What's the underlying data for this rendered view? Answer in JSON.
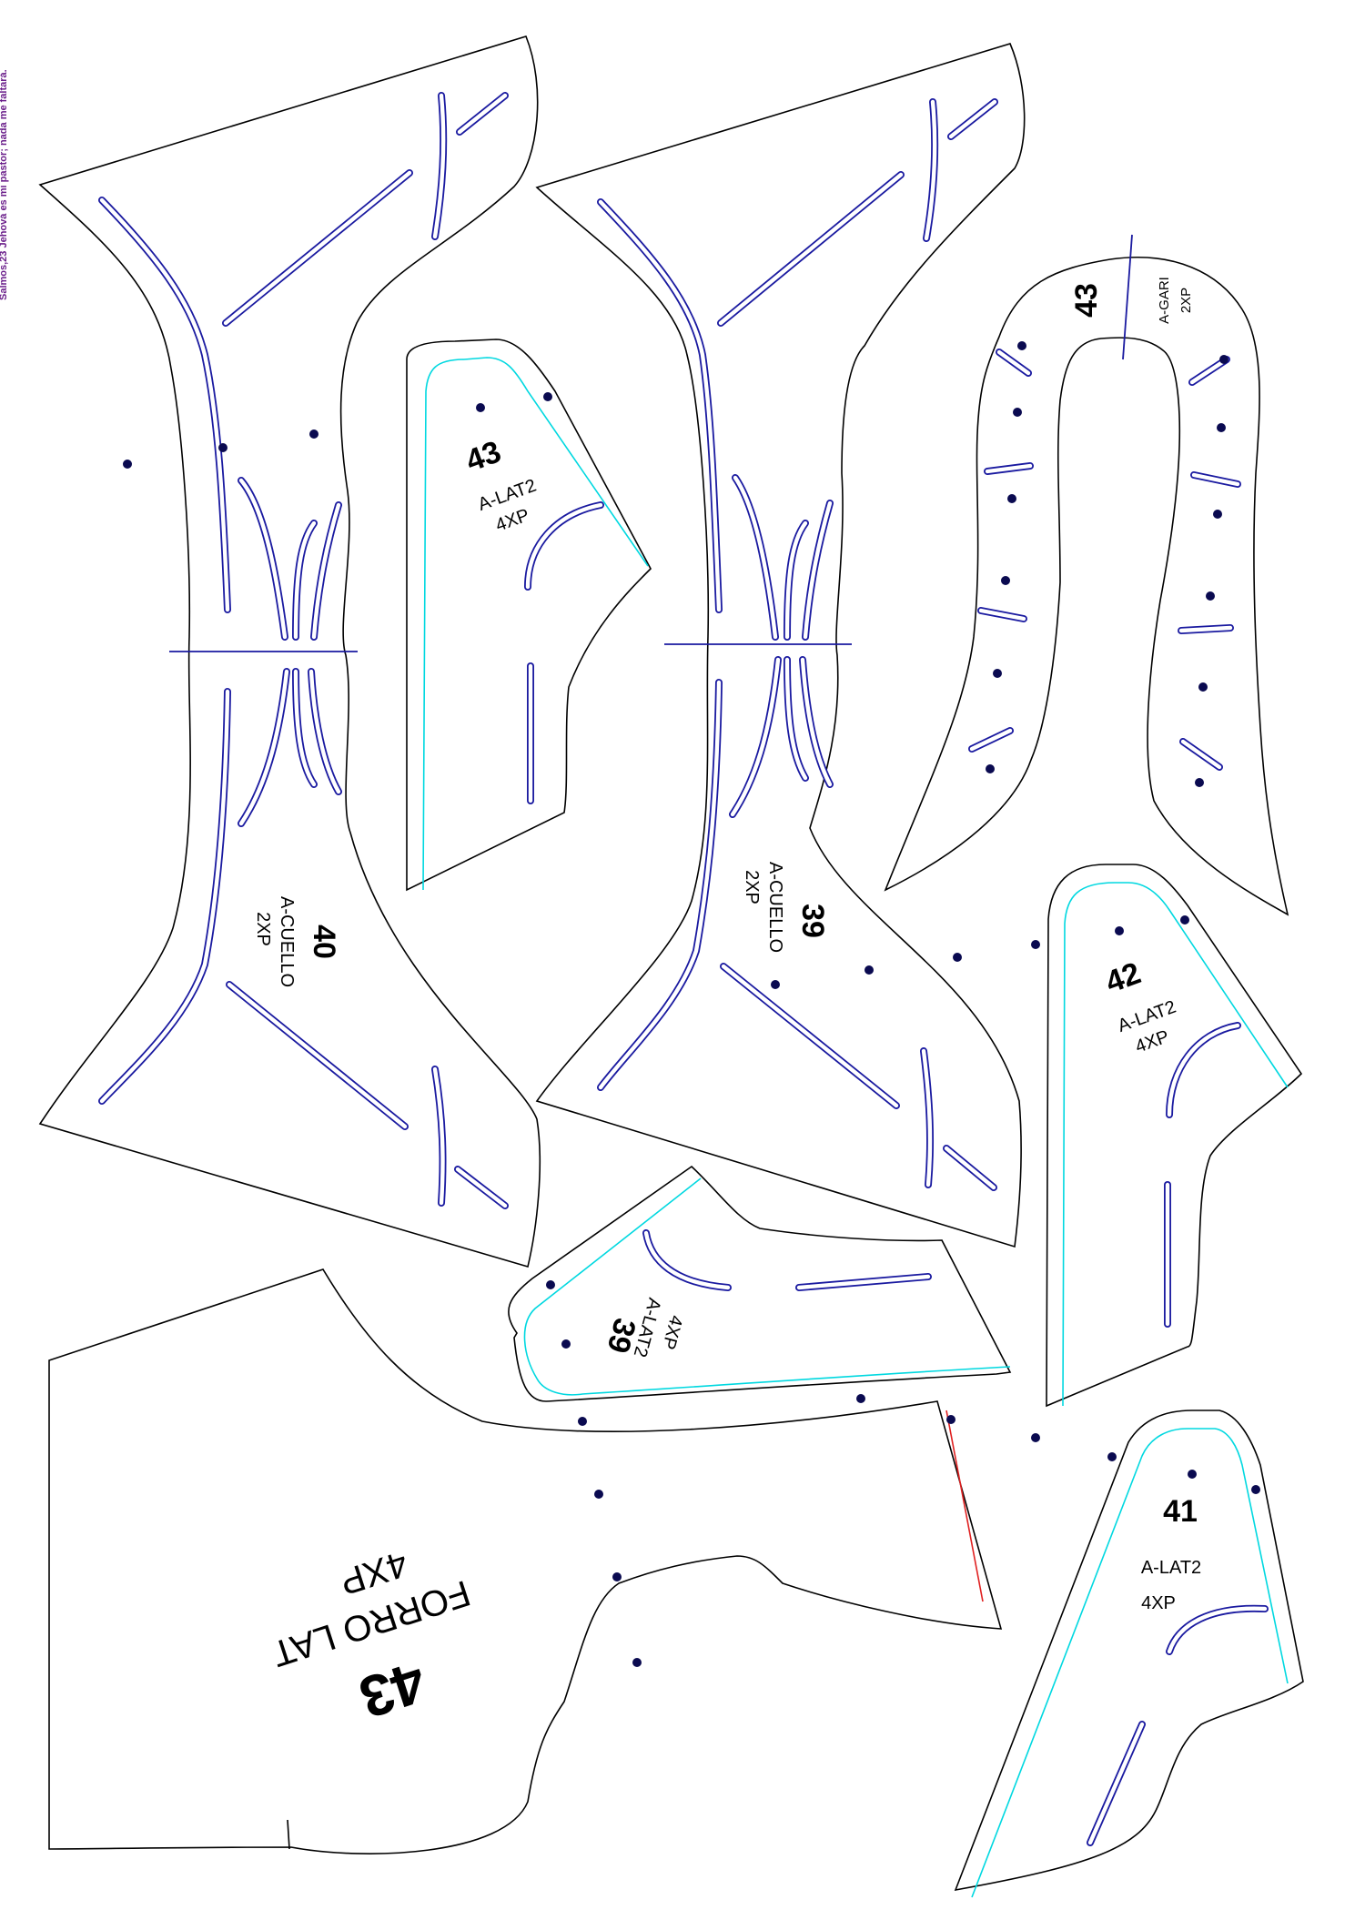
{
  "side_note": "Salmos,23 Jehová es mi pastor; nada me faltará.",
  "colors": {
    "outline": "#000000",
    "seam_allowance": "#00d8e0",
    "stitch_slots": "#1a1aa0",
    "marker_dots": "#0a0a50",
    "cut_edge": "#e02020",
    "side_note": "#6a1e8a"
  },
  "pieces": [
    {
      "id": "p40",
      "size": "40",
      "name": "A-CUELLO",
      "qty": "2XP"
    },
    {
      "id": "p43_lat",
      "size": "43",
      "name": "A-LAT2",
      "qty": "4XP"
    },
    {
      "id": "p39",
      "size": "39",
      "name": "A-CUELLO",
      "qty": "2XP"
    },
    {
      "id": "p43_gari",
      "size": "43",
      "name": "A-GARI",
      "qty": "2XP"
    },
    {
      "id": "p42",
      "size": "42",
      "name": "A-LAT2",
      "qty": "4XP"
    },
    {
      "id": "p39_lat",
      "size": "39",
      "name": "A-LAT2",
      "qty": "4XP"
    },
    {
      "id": "p43_foro",
      "size": "43",
      "name": "FORRO LAT",
      "qty": "4XP"
    },
    {
      "id": "p41",
      "size": "41",
      "name": "A-LAT2",
      "qty": "4XP"
    }
  ]
}
